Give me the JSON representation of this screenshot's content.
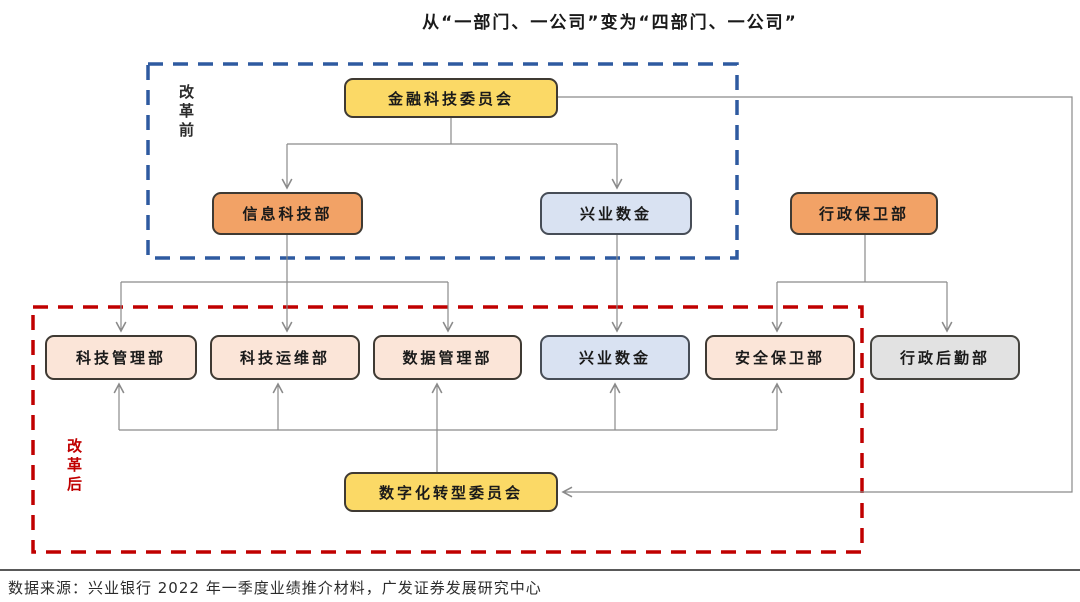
{
  "title": "从“一部门、一公司”变为“四部门、一公司”",
  "groups": {
    "before_reform": {
      "label": "改革前",
      "border_color": "#2e5aa0",
      "border_style": "dashed"
    },
    "after_reform": {
      "label": "改革后",
      "border_color": "#c00000",
      "border_style": "dashed"
    }
  },
  "nodes": {
    "fintech_committee": {
      "label": "金融科技委员会",
      "fill": "#fbd966"
    },
    "info_tech_dept": {
      "label": "信息科技部",
      "fill": "#f2a266"
    },
    "cib_fintech_before": {
      "label": "兴业数金",
      "fill": "#d9e2f2"
    },
    "admin_security_dept": {
      "label": "行政保卫部",
      "fill": "#f2a266"
    },
    "tech_mgmt_dept": {
      "label": "科技管理部",
      "fill": "#fbe5d8"
    },
    "tech_ops_dept": {
      "label": "科技运维部",
      "fill": "#fbe5d8"
    },
    "data_mgmt_dept": {
      "label": "数据管理部",
      "fill": "#fbe5d8"
    },
    "cib_fintech_after": {
      "label": "兴业数金",
      "fill": "#d9e2f2"
    },
    "security_guard_dept": {
      "label": "安全保卫部",
      "fill": "#fbe5d8"
    },
    "admin_logistics_dept": {
      "label": "行政后勤部",
      "fill": "#e2e2e2"
    },
    "digital_committee": {
      "label": "数字化转型委员会",
      "fill": "#fbd966"
    }
  },
  "connector_color": "#8a8a8a",
  "source": "数据来源：兴业银行 2022 年一季度业绩推介材料，广发证券发展研究中心"
}
